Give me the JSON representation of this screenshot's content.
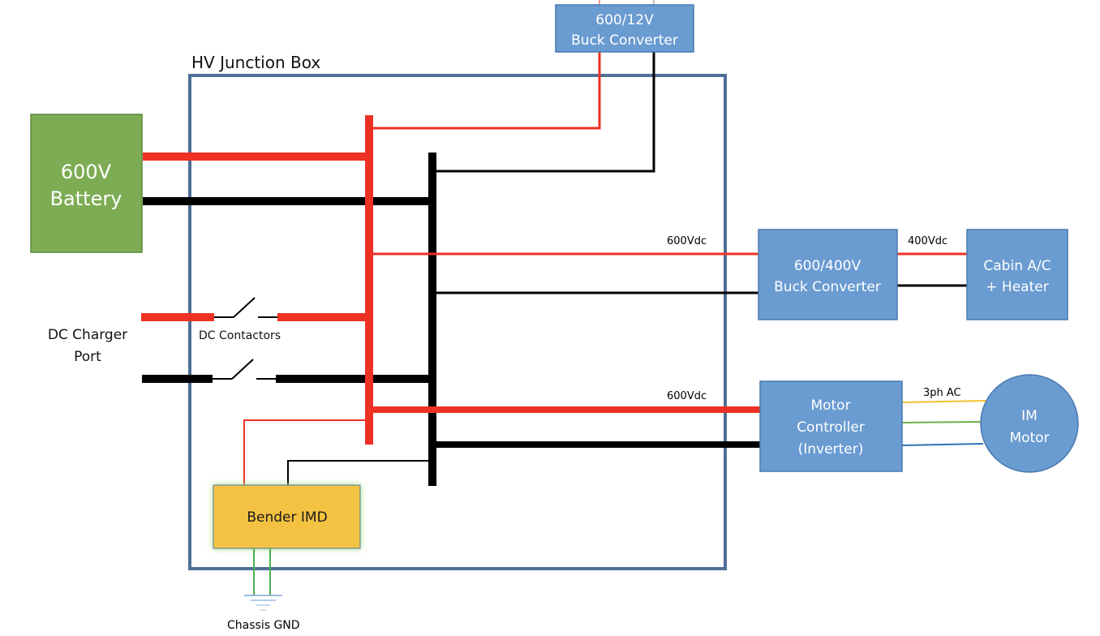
{
  "diagram": {
    "title": "HV Junction Box",
    "colors": {
      "hv_positive": "#ee3124",
      "hv_negative": "#000000",
      "block_fill": "#6a9bd1",
      "block_border": "#4a7ab0",
      "battery_fill": "#7eac55",
      "battery_border": "#5a8a3a",
      "imd_fill": "#f4c242",
      "junction_border": "#4e6f96",
      "ground_wire": "#4caf50",
      "phase_a": "#f2c12e",
      "phase_b": "#70ad47",
      "phase_c": "#2e75b6"
    },
    "blocks": {
      "battery": {
        "line1": "600V",
        "line2": "Battery"
      },
      "buck_12v": {
        "line1": "600/12V",
        "line2": "Buck Converter"
      },
      "buck_400v": {
        "line1": "600/400V",
        "line2": "Buck Converter"
      },
      "cabin": {
        "line1": "Cabin A/C",
        "line2": "+ Heater"
      },
      "motor_controller": {
        "line1": "Motor",
        "line2": "Controller",
        "line3": "(Inverter)"
      },
      "motor": {
        "line1": "IM",
        "line2": "Motor"
      },
      "imd": {
        "label": "Bender IMD"
      }
    },
    "labels": {
      "dc_charger_line1": "DC Charger",
      "dc_charger_line2": "Port",
      "dc_contactors": "DC Contactors",
      "vdc_600_upper": "600Vdc",
      "vdc_400": "400Vdc",
      "vdc_600_lower": "600Vdc",
      "three_phase": "3ph AC",
      "chassis_gnd": "Chassis GND"
    }
  }
}
